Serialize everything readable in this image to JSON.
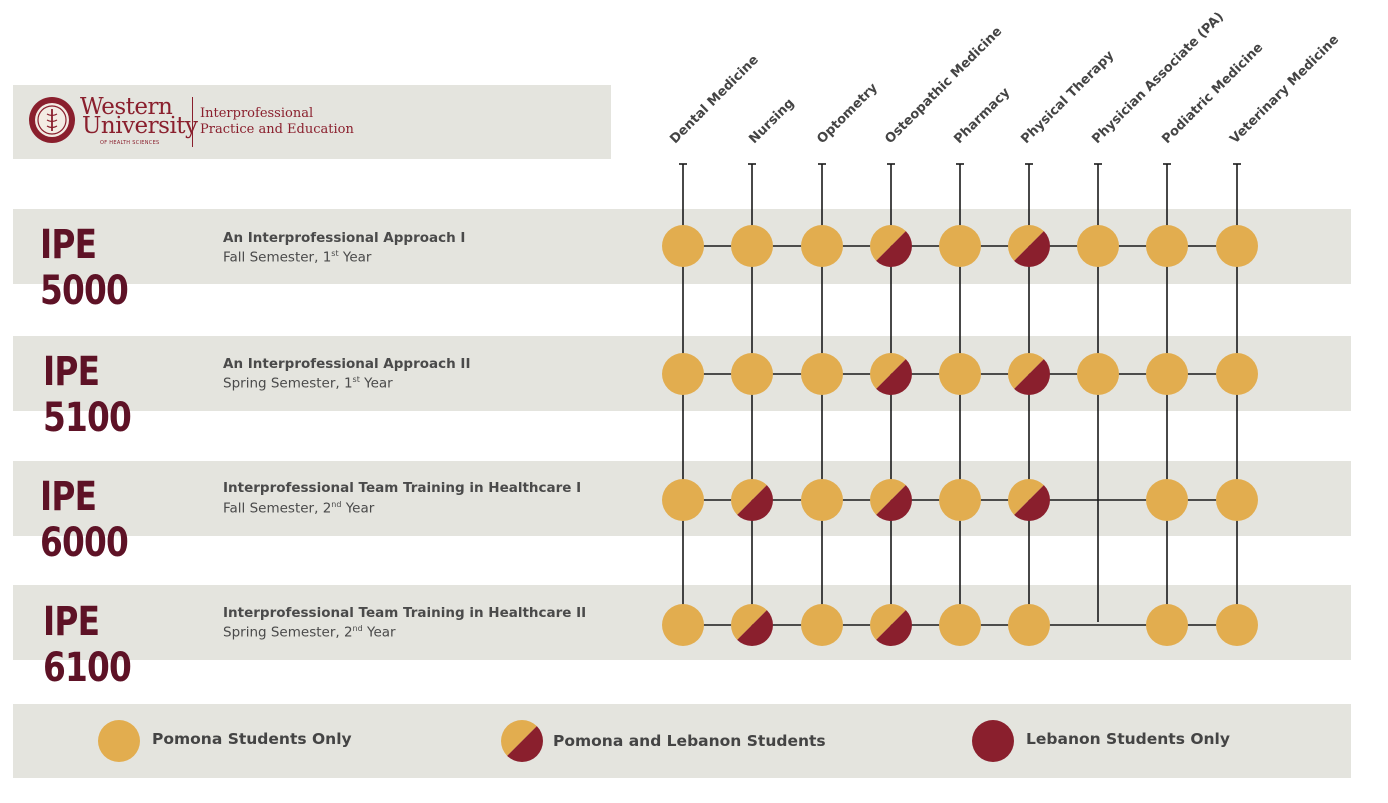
{
  "logo": {
    "line1": "Western",
    "line2": "University",
    "line3": "OF HEALTH SCIENCES",
    "tagline1": "Interprofessional",
    "tagline2": "Practice and Education"
  },
  "programs": [
    "Dental Medicine",
    "Nursing",
    "Optometry",
    "Osteopathic Medicine",
    "Pharmacy",
    "Physical Therapy",
    "Physician Associate (PA)",
    "Podiatric Medicine",
    "Veterinary Medicine"
  ],
  "courses": [
    {
      "code": "IPE 5000",
      "title": "An Interprofessional Approach I",
      "semester": "Fall Semester, 1",
      "ordinal": "st",
      "year": " Year",
      "participation": [
        "pomona",
        "pomona",
        "pomona",
        "both",
        "pomona",
        "both",
        "pomona",
        "pomona",
        "pomona"
      ]
    },
    {
      "code": "IPE 5100",
      "title": "An Interprofessional Approach II",
      "semester": "Spring Semester, 1",
      "ordinal": "st",
      "year": " Year",
      "participation": [
        "pomona",
        "pomona",
        "pomona",
        "both",
        "pomona",
        "both",
        "pomona",
        "pomona",
        "pomona"
      ]
    },
    {
      "code": "IPE 6000",
      "title": "Interprofessional Team Training in Healthcare I",
      "semester": "Fall Semester, 2",
      "ordinal": "nd",
      "year": " Year",
      "participation": [
        "pomona",
        "both",
        "pomona",
        "both",
        "pomona",
        "both",
        "none",
        "pomona",
        "pomona"
      ]
    },
    {
      "code": "IPE 6100",
      "title": "Interprofessional Team Training in Healthcare II",
      "semester": "Spring Semester, 2",
      "ordinal": "nd",
      "year": " Year",
      "participation": [
        "pomona",
        "both",
        "pomona",
        "both",
        "pomona",
        "pomona",
        "none",
        "pomona",
        "pomona"
      ]
    }
  ],
  "legend": {
    "pomona": "Pomona Students Only",
    "both": "Pomona and Lebanon Students",
    "lebanon": "Lebanon Students Only"
  },
  "colors": {
    "gold": "#e2ad4f",
    "maroon": "#8a1f2d",
    "line": "#1a1a1a",
    "band": "#e4e4de"
  }
}
